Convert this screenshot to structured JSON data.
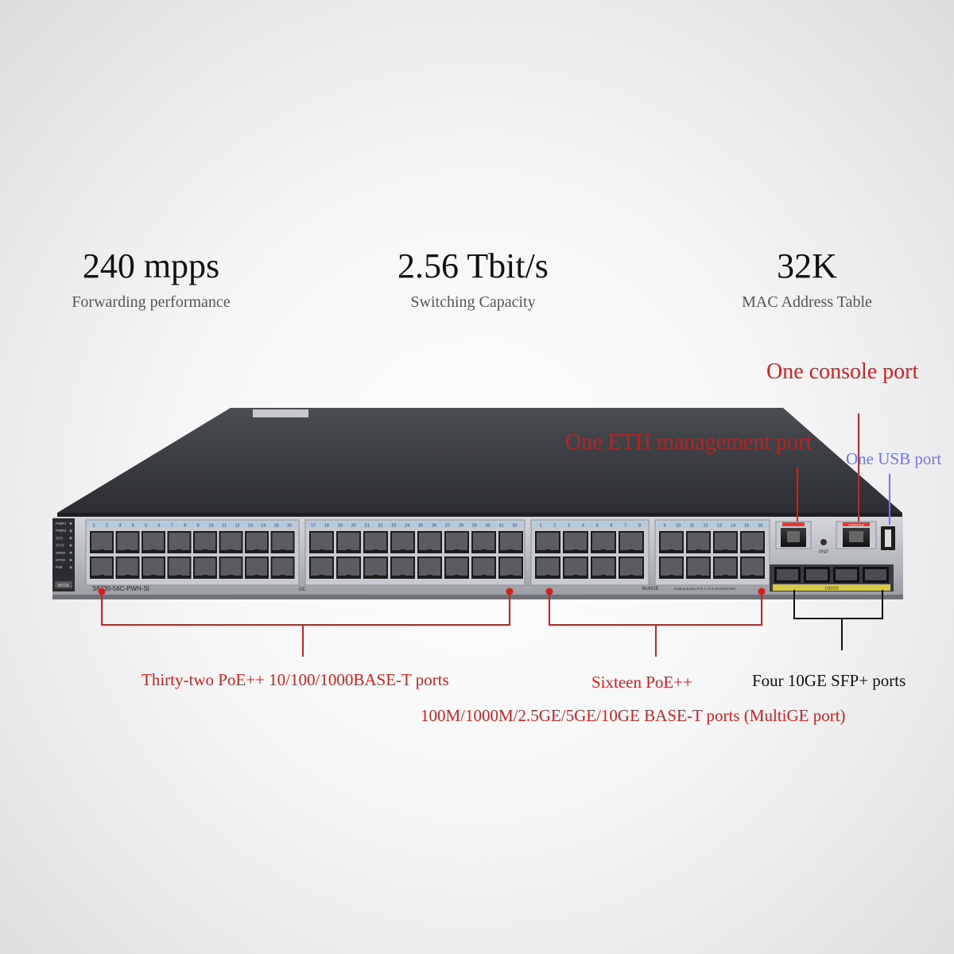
{
  "stats": [
    {
      "value": "240 mpps",
      "label": "Forwarding performance"
    },
    {
      "value": "2.56 Tbit/s",
      "label": "Switching Capacity"
    },
    {
      "value": "32K",
      "label": "MAC Address Table"
    }
  ],
  "annotations": {
    "console": "One console port",
    "eth_mgmt": "One ETH management port",
    "usb": "One USB port",
    "ge_ports": "Thirty-two PoE++ 10/100/1000BASE-T ports",
    "multige_line1": "Sixteen PoE++",
    "multige_line2": "100M/1000M/2.5GE/5GE/10GE BASE-T ports (MultiGE port)",
    "sfp": "Four 10GE SFP+ ports"
  },
  "device": {
    "model": "S6730-56C-PWH-SI",
    "ge_label": "GE",
    "multige_label": "MultiGE",
    "pnp_label": "PNP",
    "console_label": "CONSOLE",
    "sfp_label": "10G/1G",
    "dual_purpose_note": "Dual-purpose Port 1~4 or 8*100/2*10G",
    "led_labels": [
      "PWR1",
      "PWR2",
      "SYS",
      "STAT",
      "SPED",
      "STCK",
      "PoE"
    ],
    "mode_label": "MODE",
    "ge_port_numbers_left": [
      "1",
      "2",
      "3",
      "4",
      "5",
      "6",
      "7",
      "8",
      "9",
      "10",
      "11",
      "12",
      "13",
      "14",
      "15",
      "16"
    ],
    "ge_port_numbers_right": [
      "17",
      "18",
      "19",
      "20",
      "21",
      "22",
      "23",
      "24",
      "25",
      "26",
      "27",
      "28",
      "29",
      "30",
      "31",
      "32"
    ],
    "multige_numbers_left": [
      "1",
      "2",
      "3",
      "4",
      "5",
      "6",
      "7",
      "8"
    ],
    "multige_numbers_right": [
      "9",
      "10",
      "11",
      "12",
      "13",
      "14",
      "15",
      "16"
    ]
  },
  "colors": {
    "annotation_red": "#d21f1f",
    "annotation_blue": "#6f76e6",
    "chassis_top": "#3a3d42",
    "front_panel": "#b9bcc1",
    "port_bay": "#222"
  }
}
